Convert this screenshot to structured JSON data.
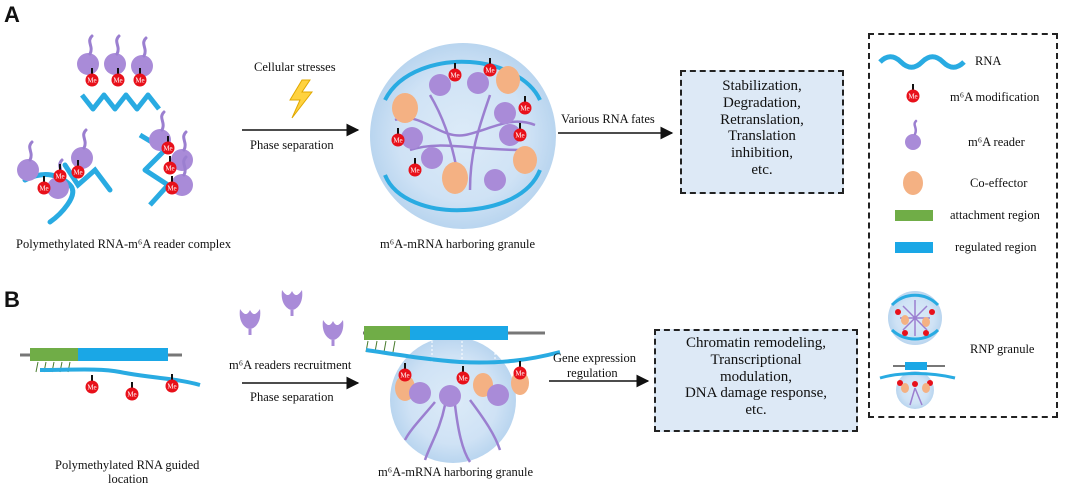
{
  "panels": {
    "a": {
      "letter": "A",
      "complex_caption": "Polymethylated RNA-m⁶A reader complex",
      "stress_label": "Cellular stresses",
      "phase_label": "Phase separation",
      "granule_caption": "m⁶A-mRNA harboring granule",
      "fates_arrow_label": "Various RNA fates",
      "fates": [
        "Stabilization,",
        "Degradation,",
        "Retranslation,",
        "Translation",
        "inhibition,",
        "etc."
      ]
    },
    "b": {
      "letter": "B",
      "guided_caption_1": "Polymethylated RNA guided",
      "guided_caption_2": "location",
      "recruit_label": "m⁶A readers recruitment",
      "phase_label": "Phase separation",
      "granule_caption": "m⁶A-mRNA harboring granule",
      "gene_arrow_label_1": "Gene expression",
      "gene_arrow_label_2": "regulation",
      "outcomes": [
        "Chromatin remodeling,",
        "Transcriptional",
        "modulation,",
        "DNA damage response,",
        "etc."
      ]
    }
  },
  "legend": {
    "rna": "RNA",
    "m6a_mod": "m⁶A modification",
    "reader": "m⁶A reader",
    "coeffector": "Co-effector",
    "attachment": "attachment region",
    "regulated": "regulated region",
    "rnp": "RNP granule"
  },
  "me_label": "Me",
  "colors": {
    "rna": "#29abe2",
    "reader": "#a98bd8",
    "methyl": "#e8101a",
    "coeffector": "#f4b183",
    "attachment": "#70ad47",
    "regulated": "#1aa7e6",
    "granule": "#cfe2f5",
    "box": "#dde9f6",
    "lightning": "#ffd23f"
  }
}
